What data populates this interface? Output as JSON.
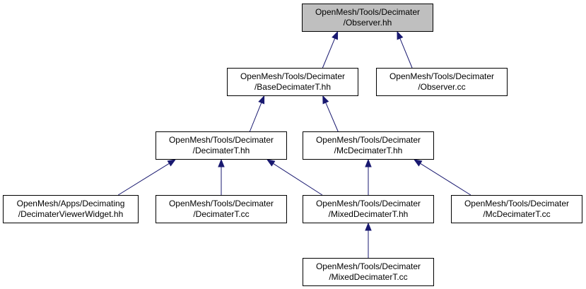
{
  "colors": {
    "edge": "#191970",
    "node_border": "#000000",
    "node_fill": "#ffffff",
    "current_fill": "#bfbfbf"
  },
  "nodes": {
    "observer_hh": {
      "line1": "OpenMesh/Tools/Decimater",
      "line2": "/Observer.hh"
    },
    "base_decimater_hh": {
      "line1": "OpenMesh/Tools/Decimater",
      "line2": "/BaseDecimaterT.hh"
    },
    "observer_cc": {
      "line1": "OpenMesh/Tools/Decimater",
      "line2": "/Observer.cc"
    },
    "decimater_hh": {
      "line1": "OpenMesh/Tools/Decimater",
      "line2": "/DecimaterT.hh"
    },
    "mc_decimater_hh": {
      "line1": "OpenMesh/Tools/Decimater",
      "line2": "/McDecimaterT.hh"
    },
    "viewer_widget_hh": {
      "line1": "OpenMesh/Apps/Decimating",
      "line2": "/DecimaterViewerWidget.hh"
    },
    "decimater_cc": {
      "line1": "OpenMesh/Tools/Decimater",
      "line2": "/DecimaterT.cc"
    },
    "mixed_decimater_hh": {
      "line1": "OpenMesh/Tools/Decimater",
      "line2": "/MixedDecimaterT.hh"
    },
    "mc_decimater_cc": {
      "line1": "OpenMesh/Tools/Decimater",
      "line2": "/McDecimaterT.cc"
    },
    "mixed_decimater_cc": {
      "line1": "OpenMesh/Tools/Decimater",
      "line2": "/MixedDecimaterT.cc"
    }
  },
  "edges": [
    {
      "from": "base_decimater_hh",
      "to": "observer_hh"
    },
    {
      "from": "observer_cc",
      "to": "observer_hh"
    },
    {
      "from": "decimater_hh",
      "to": "base_decimater_hh"
    },
    {
      "from": "mc_decimater_hh",
      "to": "base_decimater_hh"
    },
    {
      "from": "viewer_widget_hh",
      "to": "decimater_hh"
    },
    {
      "from": "decimater_cc",
      "to": "decimater_hh"
    },
    {
      "from": "mixed_decimater_hh",
      "to": "decimater_hh"
    },
    {
      "from": "mixed_decimater_hh",
      "to": "mc_decimater_hh"
    },
    {
      "from": "mc_decimater_cc",
      "to": "mc_decimater_hh"
    },
    {
      "from": "mixed_decimater_cc",
      "to": "mixed_decimater_hh"
    }
  ]
}
